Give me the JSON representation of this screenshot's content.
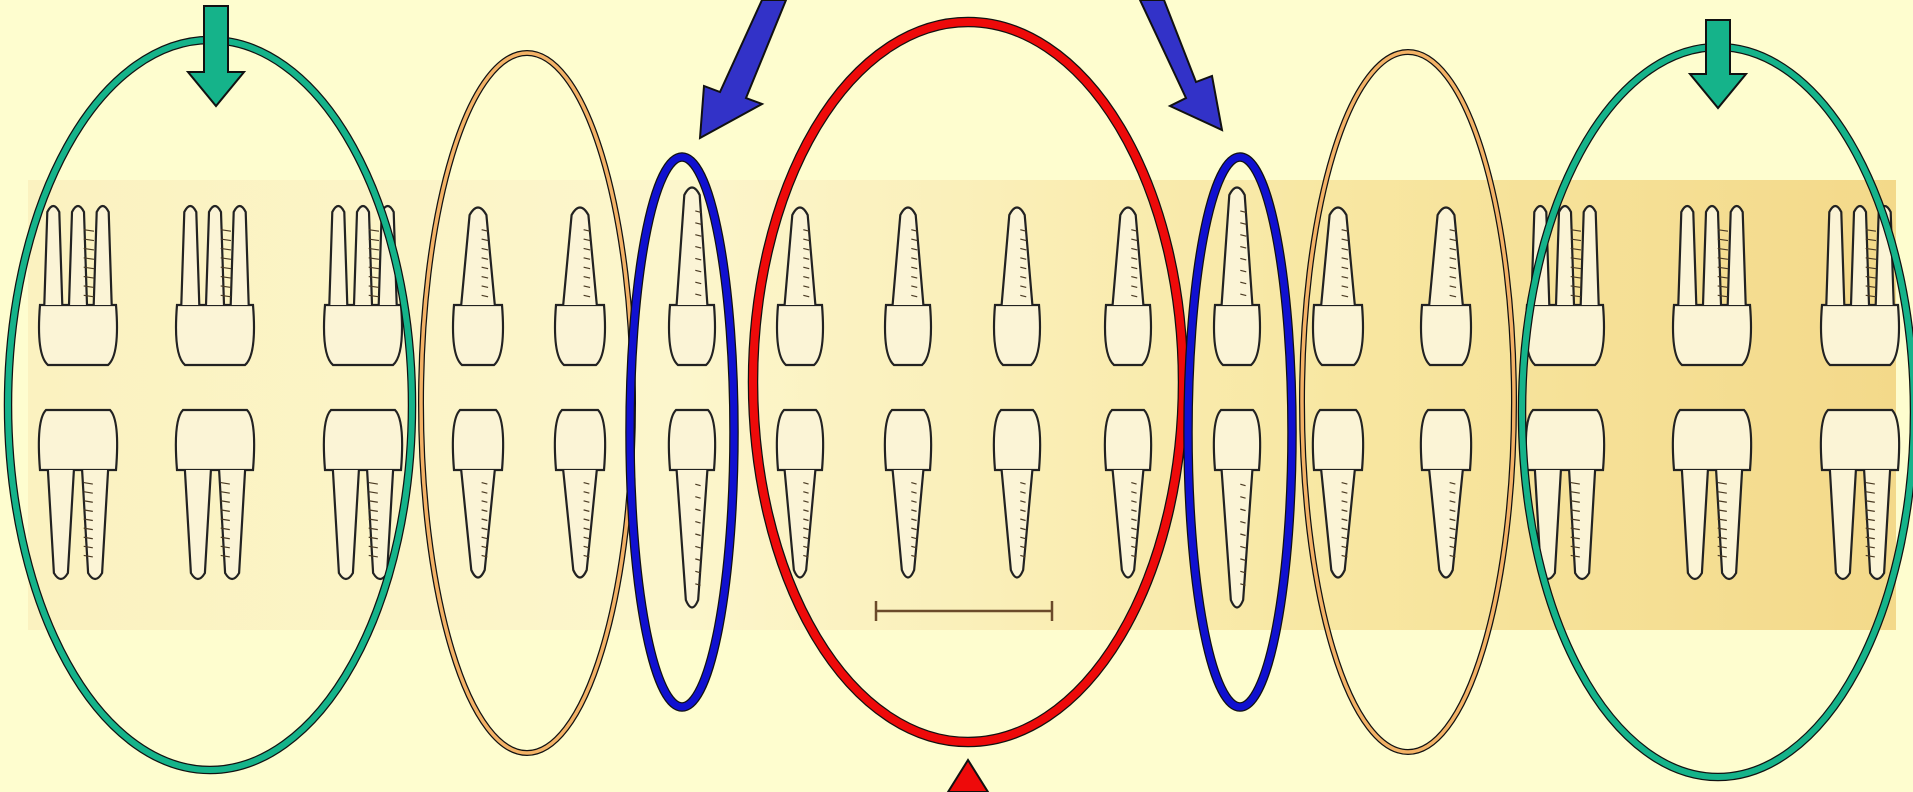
{
  "background_color": "#fefdcf",
  "plate_color": "#f7e7a0",
  "tooth_fill": "#fbf4d6",
  "tooth_stroke": "#222222",
  "groups": [
    {
      "name": "molars-left",
      "color": "#15b38a",
      "teeth_upper": 3,
      "teeth_lower": 3
    },
    {
      "name": "premolars-left",
      "color": "#f3b266",
      "teeth_upper": 2,
      "teeth_lower": 2
    },
    {
      "name": "canine-left",
      "color": "#1010d0",
      "teeth_upper": 1,
      "teeth_lower": 1
    },
    {
      "name": "incisors",
      "color": "#ee0a0a",
      "teeth_upper": 4,
      "teeth_lower": 4
    },
    {
      "name": "canine-right",
      "color": "#1010d0",
      "teeth_upper": 1,
      "teeth_lower": 1
    },
    {
      "name": "premolars-right",
      "color": "#f3b266",
      "teeth_upper": 2,
      "teeth_lower": 2
    },
    {
      "name": "molars-right",
      "color": "#15b38a",
      "teeth_upper": 3,
      "teeth_lower": 3
    }
  ],
  "arrows": [
    {
      "name": "molar-arrow-left",
      "color": "#15b38a",
      "direction": "down"
    },
    {
      "name": "canine-arrow-left",
      "color": "#3232c8",
      "direction": "down-left"
    },
    {
      "name": "canine-arrow-right",
      "color": "#3232c8",
      "direction": "down-right"
    },
    {
      "name": "incisor-arrow",
      "color": "#ee0a0a",
      "direction": "up"
    },
    {
      "name": "molar-arrow-right",
      "color": "#15b38a",
      "direction": "down"
    }
  ],
  "scale_bar": {
    "shown": true
  }
}
